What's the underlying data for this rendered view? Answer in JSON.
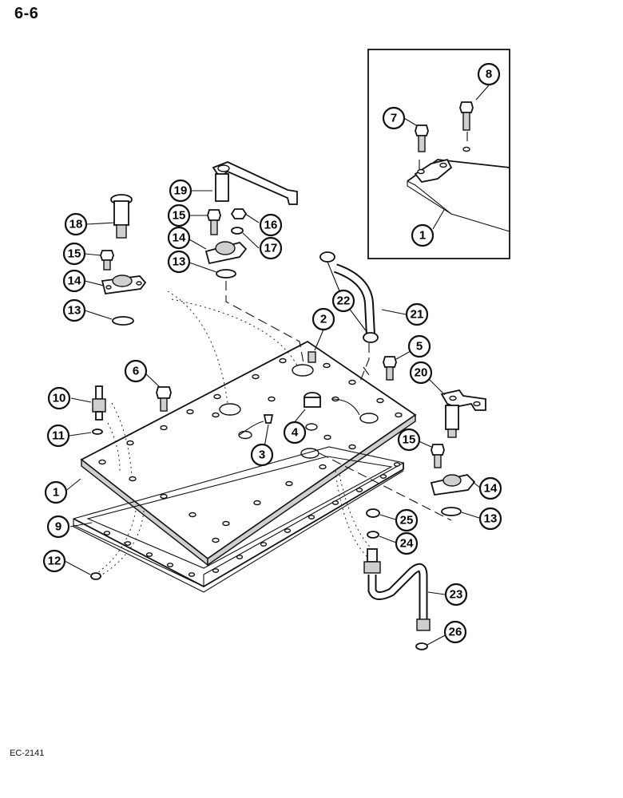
{
  "header": {
    "page_label": "6-6"
  },
  "footer": {
    "doc_code": "EC-2141"
  },
  "callouts": {
    "c1": "1",
    "c1b": "1",
    "c2": "2",
    "c3": "3",
    "c4": "4",
    "c5": "5",
    "c6": "6",
    "c7": "7",
    "c8": "8",
    "c9": "9",
    "c10": "10",
    "c11": "11",
    "c12": "12",
    "c13a": "13",
    "c13b": "13",
    "c13c": "13",
    "c14a": "14",
    "c14b": "14",
    "c14c": "14",
    "c15a": "15",
    "c15b": "15",
    "c15c": "15",
    "c16": "16",
    "c17": "17",
    "c18": "18",
    "c19": "19",
    "c20": "20",
    "c21": "21",
    "c22": "22",
    "c23": "23",
    "c24": "24",
    "c25": "25",
    "c26": "26"
  }
}
